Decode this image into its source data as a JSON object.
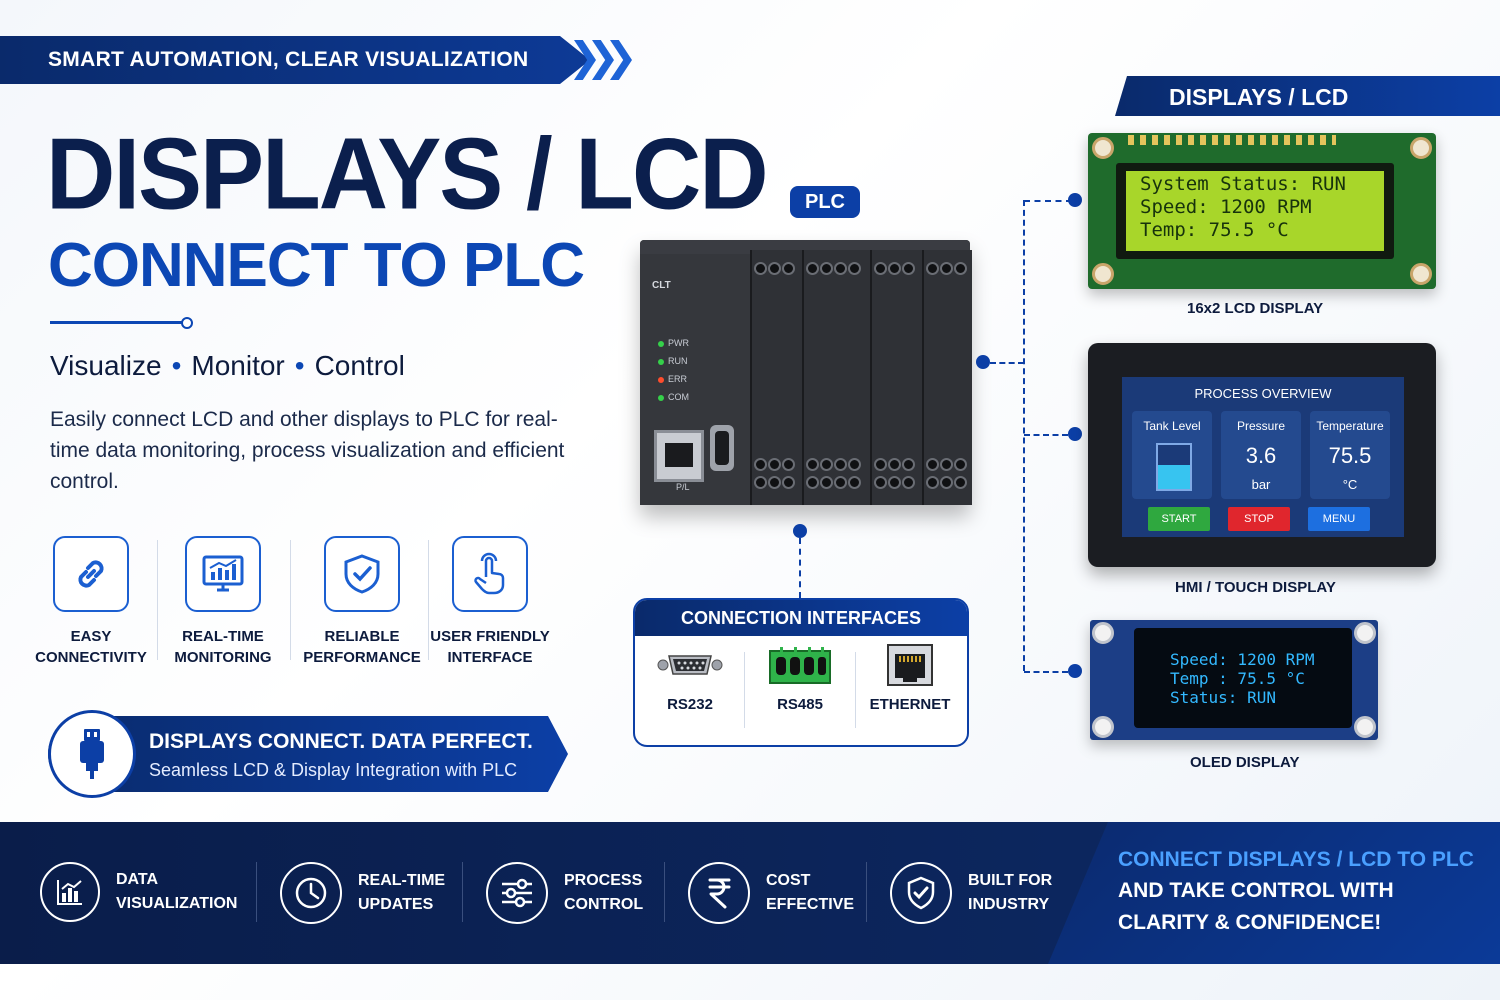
{
  "top_banner": {
    "text": "SMART AUTOMATION, CLEAR VISUALIZATION"
  },
  "hero": {
    "title": "DISPLAYS / LCD",
    "subtitle": "CONNECT TO PLC",
    "tagline": [
      "Visualize",
      "Monitor",
      "Control"
    ],
    "tagline_sep": "•",
    "description": "Easily connect LCD and other displays to PLC for real-time data monitoring, process visualization and efficient control."
  },
  "features": [
    {
      "line1": "EASY",
      "line2": "CONNECTIVITY",
      "icon": "link-icon"
    },
    {
      "line1": "REAL-TIME",
      "line2": "MONITORING",
      "icon": "monitor-chart-icon"
    },
    {
      "line1": "RELIABLE",
      "line2": "PERFORMANCE",
      "icon": "shield-check-icon"
    },
    {
      "line1": "USER FRIENDLY",
      "line2": "INTERFACE",
      "icon": "touch-hand-icon"
    }
  ],
  "cta": {
    "title": "DISPLAYS CONNECT. DATA PERFECT.",
    "subtitle": "Seamless LCD & Display Integration with PLC",
    "icon": "usb-plug-icon"
  },
  "plc": {
    "badge": "PLC",
    "brand": "CLT",
    "leds": [
      {
        "label": "PWR",
        "color": "#35d04a"
      },
      {
        "label": "RUN",
        "color": "#35d04a"
      },
      {
        "label": "ERR",
        "color": "#ff4d2d"
      },
      {
        "label": "COM",
        "color": "#35d04a"
      }
    ],
    "port_label": "P/L"
  },
  "interfaces": {
    "title": "CONNECTION INTERFACES",
    "items": [
      {
        "label": "RS232",
        "icon": "db9-connector-icon"
      },
      {
        "label": "RS485",
        "icon": "terminal-block-icon"
      },
      {
        "label": "ETHERNET",
        "icon": "rj45-port-icon"
      }
    ]
  },
  "right": {
    "header": "DISPLAYS / LCD",
    "lcd": {
      "label": "16x2 LCD DISPLAY",
      "lines": [
        "System Status: RUN",
        "Speed: 1200 RPM",
        "Temp: 75.5 °C"
      ]
    },
    "hmi": {
      "label": "HMI / TOUCH DISPLAY",
      "title": "PROCESS OVERVIEW",
      "cards": [
        {
          "title": "Tank Level",
          "value": "",
          "unit": ""
        },
        {
          "title": "Pressure",
          "value": "3.6",
          "unit": "bar"
        },
        {
          "title": "Temperature",
          "value": "75.5",
          "unit": "°C"
        }
      ],
      "tank_level": 0.55,
      "buttons": [
        {
          "label": "START",
          "color": "#2fa83f"
        },
        {
          "label": "STOP",
          "color": "#e0262d"
        },
        {
          "label": "MENU",
          "color": "#1d6fe0"
        }
      ]
    },
    "oled": {
      "label": "OLED DISPLAY",
      "lines": [
        "Speed: 1200 RPM",
        "Temp : 75.5 °C",
        "Status: RUN"
      ]
    }
  },
  "bottom": {
    "items": [
      {
        "line1": "DATA",
        "line2": "VISUALIZATION",
        "icon": "bar-chart-icon"
      },
      {
        "line1": "REAL-TIME",
        "line2": "UPDATES",
        "icon": "clock-icon"
      },
      {
        "line1": "PROCESS",
        "line2": "CONTROL",
        "icon": "sliders-icon"
      },
      {
        "line1": "COST",
        "line2": "EFFECTIVE",
        "icon": "rupee-icon"
      },
      {
        "line1": "BUILT FOR",
        "line2": "INDUSTRY",
        "icon": "shield-check-icon"
      }
    ],
    "closing": [
      "CONNECT DISPLAYS / LCD TO PLC",
      "AND TAKE CONTROL WITH",
      "CLARITY & CONFIDENCE!"
    ]
  },
  "colors": {
    "navy": "#0a2a6b",
    "blue": "#0c47b4",
    "accent": "#4aa0ff"
  }
}
